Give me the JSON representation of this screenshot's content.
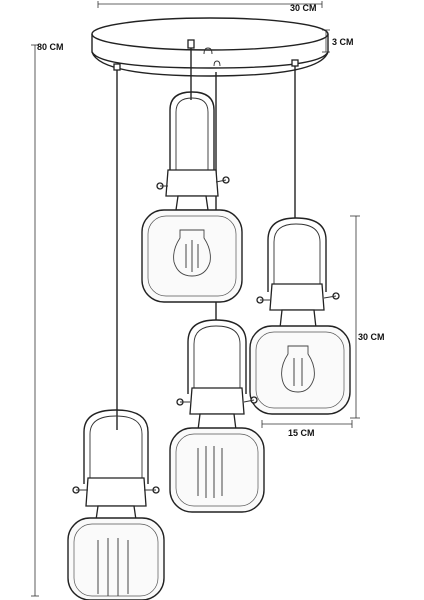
{
  "dimensions": {
    "canopy_width": "30 CM",
    "canopy_height": "3 CM",
    "total_drop": "80 CM",
    "shade_height": "30 CM",
    "shade_width": "15 CM"
  }
}
